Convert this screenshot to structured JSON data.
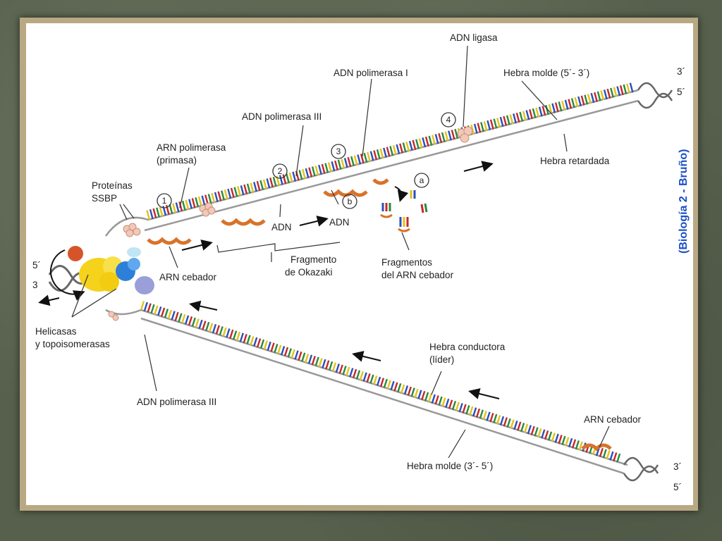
{
  "labels": {
    "adn_ligasa": "ADN ligasa",
    "adn_pol_i": "ADN polimerasa I",
    "hebra_molde_top": "Hebra molde (5´- 3´)",
    "adn_pol_iii_top": "ADN polimerasa III",
    "arn_pol_1": "ARN polimerasa",
    "arn_pol_2": "(primasa)",
    "proteinas_1": "Proteínas",
    "proteinas_2": "SSBP",
    "hebra_retardada": "Hebra retardada",
    "adn_left": "ADN",
    "adn_right": "ADN",
    "fragmento_1": "Fragmento",
    "fragmento_2": "de Okazaki",
    "fragmentos_1": "Fragmentos",
    "fragmentos_2": "del ARN cebador",
    "arn_cebador_left": "ARN cebador",
    "helicasas_1": "Helicasas",
    "helicasas_2": "y topoisomerasas",
    "adn_pol_iii_bottom": "ADN polimerasa III",
    "hebra_conductora_1": "Hebra conductora",
    "hebra_conductora_2": "(líder)",
    "arn_cebador_right": "ARN cebador",
    "hebra_molde_bottom": "Hebra molde (3´- 5´)",
    "end_top_3": "3´",
    "end_top_5": "5´",
    "end_bottom_3": "3´",
    "end_bottom_5": "5´",
    "left_5": "5´",
    "left_3": "3",
    "credit": "(Biología 2 - Bruño)"
  },
  "steps": {
    "s1": "1",
    "s2": "2",
    "s3": "3",
    "s4": "4",
    "sa": "a",
    "sb": "b"
  },
  "colors": {
    "bases": [
      "#2a8a3a",
      "#c8262a",
      "#2a4fb8",
      "#e2c21a"
    ],
    "strand": "#8a8a8a",
    "primer": "#d8732a",
    "helicase": "#f5d21c",
    "polymerase": "#2e7fd8",
    "credit": "#1a4fc9"
  }
}
